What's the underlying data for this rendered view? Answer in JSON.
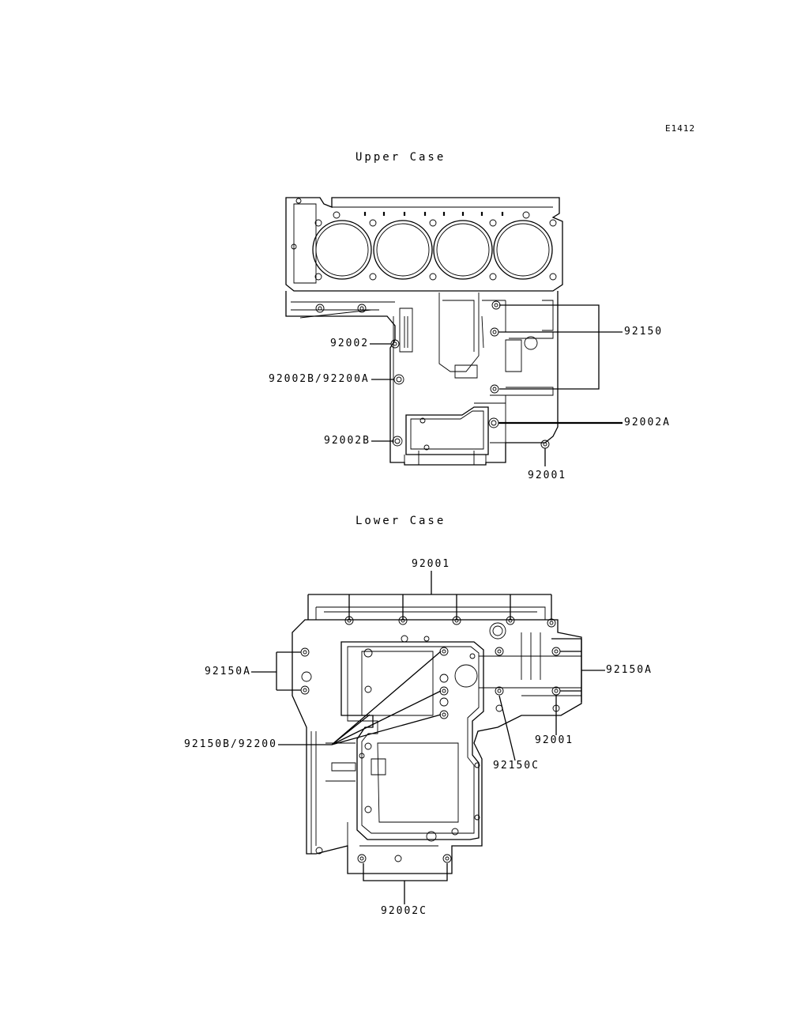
{
  "diagram": {
    "code": "E1412",
    "upper_case": {
      "title": "Upper Case",
      "labels": {
        "l_92150": "92150",
        "l_92002": "92002",
        "l_92002b_92200a": "92002B/92200A",
        "l_92002a": "92002A",
        "l_92002b": "92002B",
        "l_92001": "92001"
      }
    },
    "lower_case": {
      "title": "Lower Case",
      "labels": {
        "l_92001_top": "92001",
        "l_92150a_left": "92150A",
        "l_92150a_right": "92150A",
        "l_92150b_92200": "92150B/92200",
        "l_92001_right": "92001",
        "l_92150c": "92150C",
        "l_92002c": "92002C"
      }
    }
  }
}
